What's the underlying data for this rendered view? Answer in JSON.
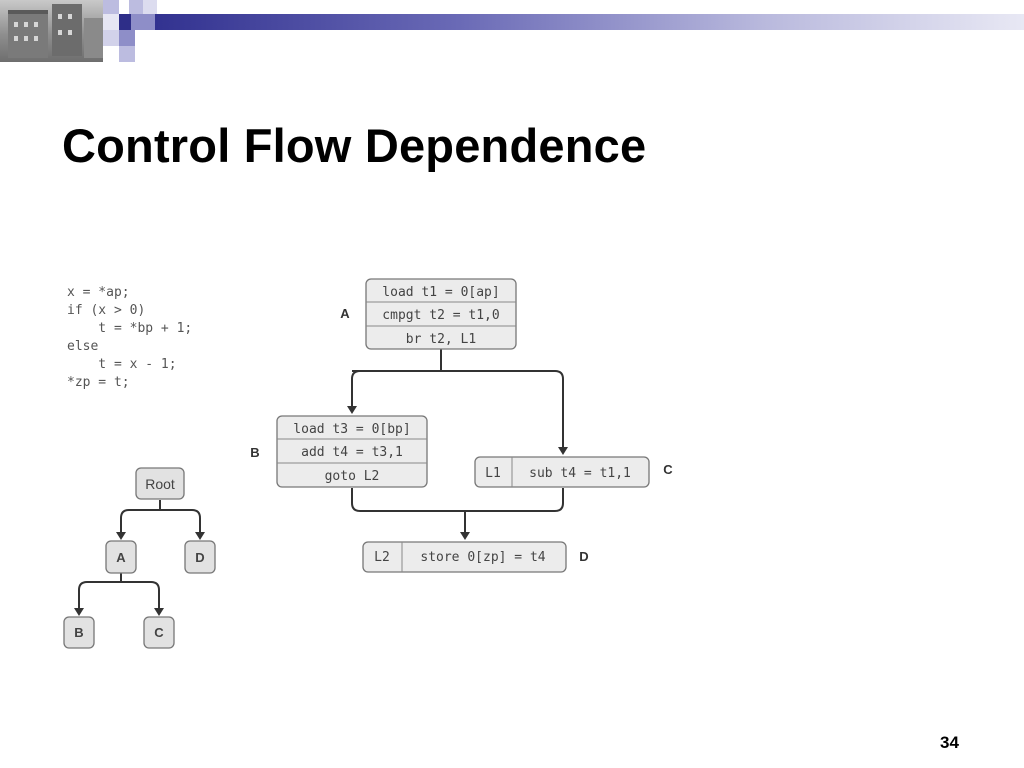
{
  "slide": {
    "title": "Control Flow Dependence",
    "page_number": "34"
  },
  "code": {
    "lines": [
      "x = *ap;",
      "if (x > 0)",
      "    t = *bp + 1;",
      "else",
      "    t = x - 1;",
      "*zp = t;"
    ]
  },
  "cfg": {
    "block_a": {
      "label": "A",
      "rows": [
        "load t1 = 0[ap]",
        "cmpgt t2 = t1,0",
        "br t2, L1"
      ]
    },
    "block_b": {
      "label": "B",
      "rows": [
        "load t3 = 0[bp]",
        "add t4 = t3,1",
        "goto L2"
      ]
    },
    "block_c": {
      "label": "C",
      "tag": "L1",
      "instr": "sub t4 = t1,1"
    },
    "block_d": {
      "label": "D",
      "tag": "L2",
      "instr": "store 0[zp] = t4"
    }
  },
  "tree": {
    "root": "Root",
    "a": "A",
    "d": "D",
    "b": "B",
    "c": "C"
  },
  "colors": {
    "banner_dark": "#323290",
    "square_light": "#bcbce0",
    "square_mid": "#8e8ec8",
    "box_fill": "#ececec"
  }
}
